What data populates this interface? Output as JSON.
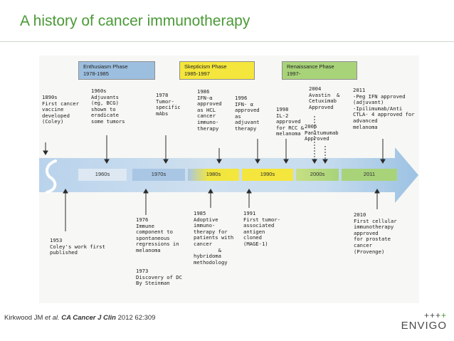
{
  "title": "A history of cancer immunotherapy",
  "phases": [
    {
      "name": "Enthusiasm Phase",
      "years": "1978-1985",
      "color": "#9dbfdf"
    },
    {
      "name": "Skepticism Phase",
      "years": "1985-1997",
      "color": "#f4e63c"
    },
    {
      "name": "Renaissance Phase",
      "years": "1997-",
      "color": "#a8d379"
    }
  ],
  "decades": [
    "1960s",
    "1970s",
    "1980s",
    "1990s",
    "2000s",
    "2011"
  ],
  "above": [
    "1890s\nFirst cancer\nvaccine\ndeveloped\n(Coley)",
    "1960s\nAdjuvants\n(eg, BCG)\nshown to\neradicate\nsome tumors",
    "1978\nTumor-\nspecific\nmAbs",
    "1986\nIFN-α\napproved\nas HCL\ncancer\nimmuno-\ntherapy",
    "1996\nIFN- α\napproved\nas\nadjuvant\ntherapy",
    "1998\nIL-2\napproved\nfor RCC &\nmelanoma",
    "2004\nAvastin  &\nCetuximab\nApproved",
    "2006\nPanitumumab\nApproved",
    "2011\n-Peg IFN approved\n(adjuvant)\n-Ipilimumab/Anti\nCTLA- 4 approved for\nadvanced\nmelanoma"
  ],
  "below": [
    "1953\nColey's work first\npublished",
    "1976\nImmune\ncomponent to\nspontaneous\nregressions in\nmelanoma",
    "1973\nDiscovery of DC\nBy Steinman",
    "1985\nAdoptive\nimmuno-\ntherapy for\npatients with\ncancer\n        &\nhybridoma\nmethodology",
    "1991\nFirst tumor-\nassociated\nantigen\ncloned\n(MAGE-1)",
    "2010\nFirst cellular\nimmunotherapy\napproved\nfor prostate\ncancer\n(Provenge)"
  ],
  "footer": {
    "authors": "Kirkwood JM ",
    "etal": "et al.",
    "journal": "CA Cancer J Clin",
    "ref": " 2012 62:309"
  },
  "logo": {
    "plus": "+++",
    "plus_accent": "+",
    "name": "ENVIGO"
  }
}
